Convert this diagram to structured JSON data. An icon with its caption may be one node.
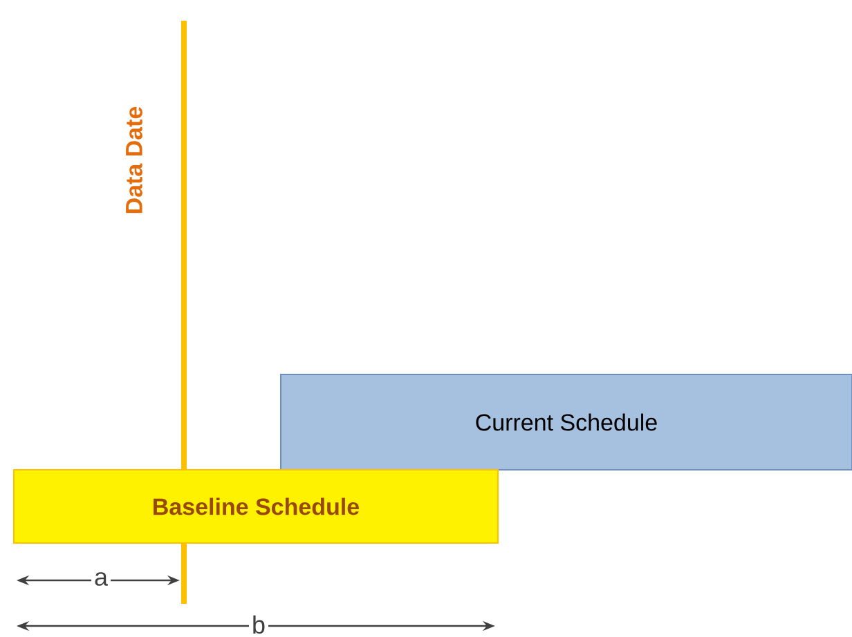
{
  "diagram": {
    "nodes": [
      {
        "text": [
          "Current Schedule"
        ]
      },
      {
        "text": [
          "Baseline Schedule"
        ]
      }
    ],
    "edges": [],
    "labels": [
      "Data Date",
      "a",
      "b"
    ]
  }
}
